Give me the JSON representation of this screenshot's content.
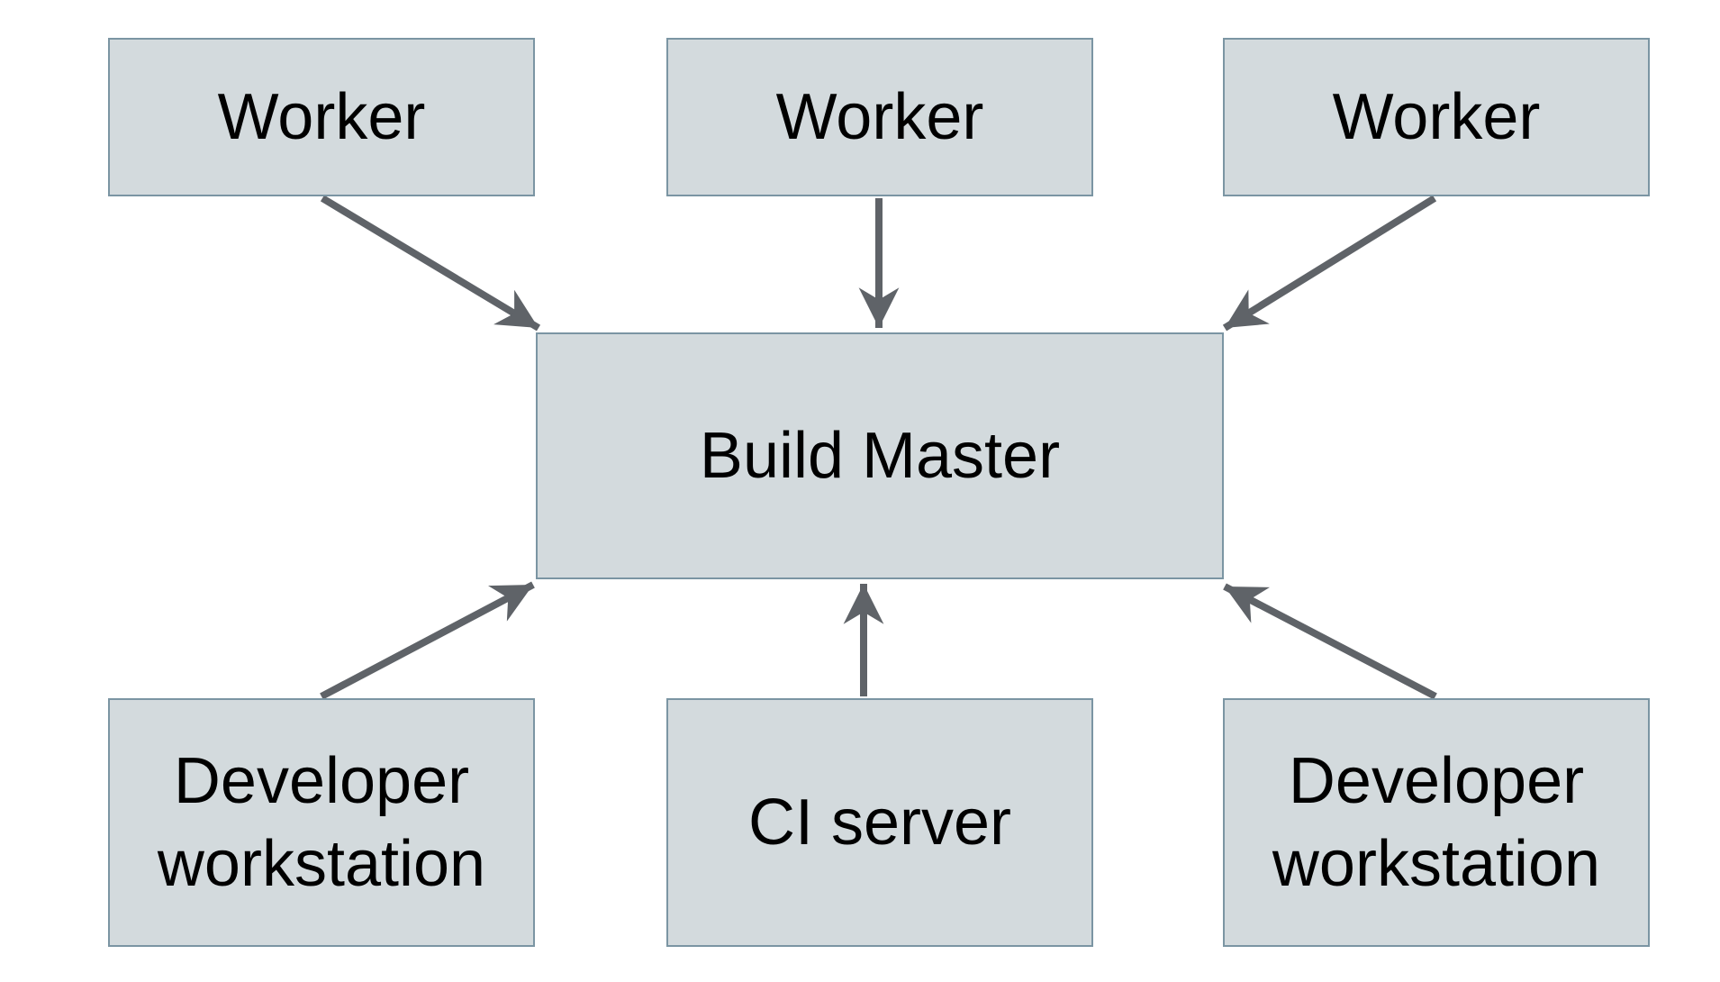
{
  "diagram": {
    "nodes": {
      "worker_top_left": {
        "label": "Worker"
      },
      "worker_top_center": {
        "label": "Worker"
      },
      "worker_top_right": {
        "label": "Worker"
      },
      "build_master": {
        "label": "Build Master"
      },
      "developer_workstation_left": {
        "label": "Developer workstation"
      },
      "ci_server": {
        "label": "CI server"
      },
      "developer_workstation_right": {
        "label": "Developer workstation"
      }
    },
    "edges": [
      {
        "from": "worker_top_left",
        "to": "build_master"
      },
      {
        "from": "worker_top_center",
        "to": "build_master"
      },
      {
        "from": "worker_top_right",
        "to": "build_master"
      },
      {
        "from": "developer_workstation_left",
        "to": "build_master"
      },
      {
        "from": "ci_server",
        "to": "build_master"
      },
      {
        "from": "developer_workstation_right",
        "to": "build_master"
      }
    ]
  },
  "colors": {
    "background": "#ffffff",
    "node_fill": "#d3dadd",
    "node_border": "#7b95a3",
    "arrow": "#5f6368",
    "text": "#000000"
  }
}
